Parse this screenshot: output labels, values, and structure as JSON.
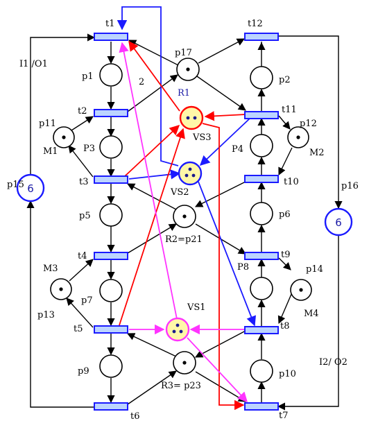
{
  "colors": {
    "black": "#000000",
    "blue": "#1a1aff",
    "red": "#ff0000",
    "magenta": "#ff33ff",
    "resource_fill": "#fff7a8",
    "transition_fill": "#bcd4ff",
    "transition_stroke": "#1a1aff",
    "token": "#000000",
    "resource_token": "#1a1a8c"
  },
  "transitions": [
    {
      "id": "t1",
      "label": "t1"
    },
    {
      "id": "t2",
      "label": "t2"
    },
    {
      "id": "t3",
      "label": "t3"
    },
    {
      "id": "t4",
      "label": "t4"
    },
    {
      "id": "t5",
      "label": "t5"
    },
    {
      "id": "t6",
      "label": "t6"
    },
    {
      "id": "t7",
      "label": "t7"
    },
    {
      "id": "t8",
      "label": "t8"
    },
    {
      "id": "t9",
      "label": "t9"
    },
    {
      "id": "t10",
      "label": "t10"
    },
    {
      "id": "t11",
      "label": "t11"
    },
    {
      "id": "t12",
      "label": "t12"
    }
  ],
  "places": [
    {
      "id": "p1",
      "label": "p1",
      "tokens": 0
    },
    {
      "id": "p3",
      "label": "P3",
      "tokens": 0
    },
    {
      "id": "p5",
      "label": "p5",
      "tokens": 0
    },
    {
      "id": "p7",
      "label": "p7",
      "tokens": 0
    },
    {
      "id": "p9",
      "label": "p9",
      "tokens": 0
    },
    {
      "id": "p2",
      "label": "p2",
      "tokens": 0
    },
    {
      "id": "p4",
      "label": "P4",
      "tokens": 0
    },
    {
      "id": "p6",
      "label": "p6",
      "tokens": 0
    },
    {
      "id": "p8",
      "label": "P8",
      "tokens": 0
    },
    {
      "id": "p10",
      "label": "p10",
      "tokens": 0
    },
    {
      "id": "p11",
      "label": "p11",
      "tokens": 1
    },
    {
      "id": "p12",
      "label": "p12",
      "tokens": 1
    },
    {
      "id": "p13",
      "label": "p13",
      "tokens": 1
    },
    {
      "id": "p14",
      "label": "p14",
      "tokens": 1
    },
    {
      "id": "p17",
      "label": "p17",
      "tokens": 1
    },
    {
      "id": "p21",
      "label": "R2=p21",
      "tokens": 1
    },
    {
      "id": "p23",
      "label": "R3= p23",
      "tokens": 1
    }
  ],
  "machine_labels": {
    "m1": "M1",
    "m2": "M2",
    "m3": "M3",
    "m4": "M4"
  },
  "resource_places": [
    {
      "id": "vs1",
      "label": "VS1",
      "tokens": 3
    },
    {
      "id": "vs2",
      "label": "VS2",
      "tokens": 3
    },
    {
      "id": "vs3",
      "label": "VS3",
      "tokens": 2
    }
  ],
  "r1_label": "R1",
  "arc_weight": "2",
  "idle_places": [
    {
      "id": "p15",
      "label": "p15",
      "tokens": "6",
      "io_label": "I1 /O1"
    },
    {
      "id": "p16",
      "label": "p16",
      "tokens": "6",
      "io_label": "I2/ O2"
    }
  ]
}
